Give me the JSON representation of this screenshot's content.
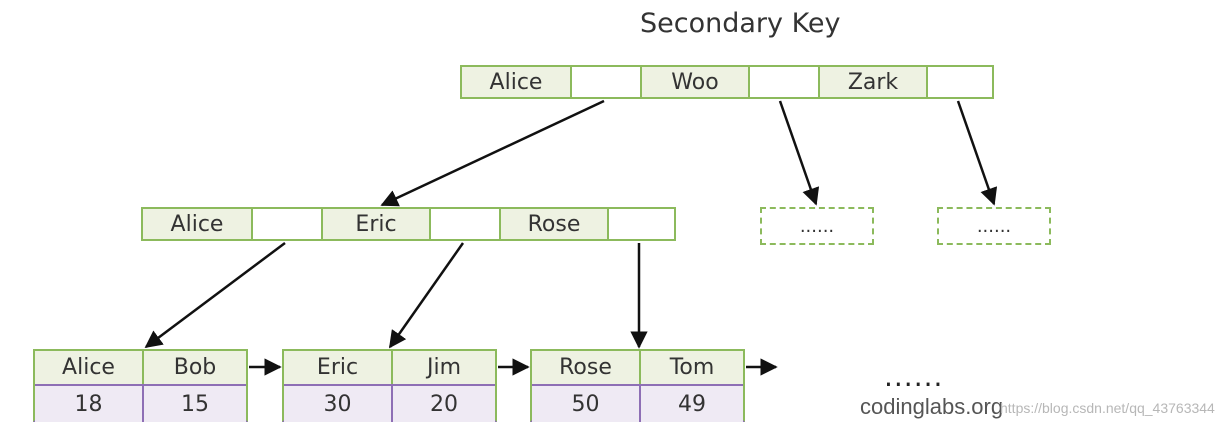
{
  "title": "Secondary Key",
  "root": {
    "keys": [
      "Alice",
      "Woo",
      "Zark"
    ]
  },
  "internal": {
    "keys": [
      "Alice",
      "Eric",
      "Rose"
    ]
  },
  "placeholders": [
    "......",
    "......"
  ],
  "leaves": [
    {
      "keys": [
        "Alice",
        "Bob"
      ],
      "values": [
        "18",
        "15"
      ]
    },
    {
      "keys": [
        "Eric",
        "Jim"
      ],
      "values": [
        "30",
        "20"
      ]
    },
    {
      "keys": [
        "Rose",
        "Tom"
      ],
      "values": [
        "50",
        "49"
      ]
    }
  ],
  "more_leaves": "......",
  "watermark": "codinglabs.org",
  "watermark_url": "https://blog.csdn.net/qq_43763344",
  "colors": {
    "key_border": "#8cba5c",
    "key_fill": "#eef2e2",
    "value_border": "#8e6fb5",
    "value_fill": "#efeaf4",
    "arrow": "#111111"
  }
}
